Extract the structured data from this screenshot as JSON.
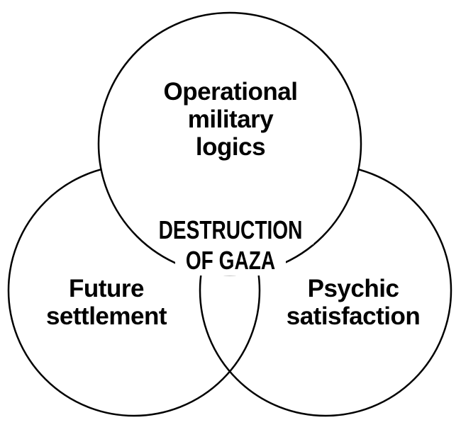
{
  "diagram": {
    "type": "venn",
    "circles": [
      {
        "label_lines": [
          "Operational",
          "military",
          "logics"
        ]
      },
      {
        "label_lines": [
          "Future",
          "settlement"
        ]
      },
      {
        "label_lines": [
          "Psychic",
          "satisfaction"
        ]
      }
    ],
    "center": {
      "line1": "DESTRUCTION",
      "line2": "OF GAZA"
    },
    "stroke_color": "#000000",
    "background_color": "#ffffff"
  }
}
